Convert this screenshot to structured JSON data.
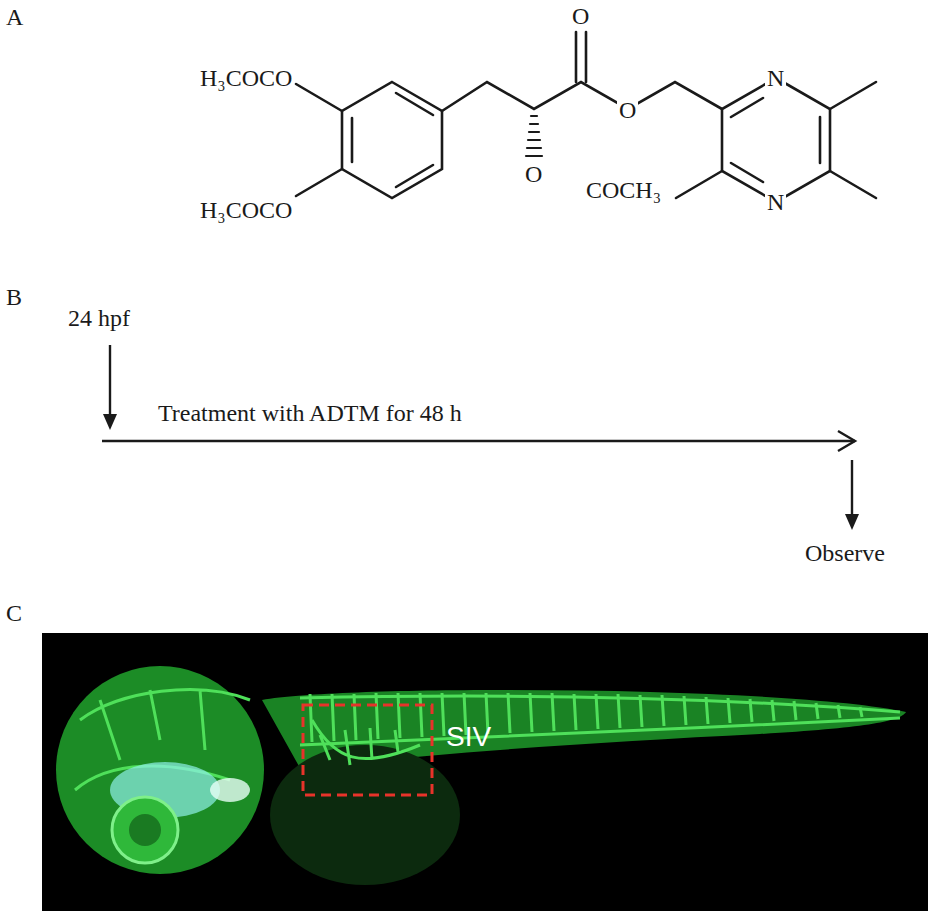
{
  "diagram": {
    "labels": [
      "A",
      "H₃COCO",
      "O",
      "O",
      "N",
      "H₃COCO",
      "O",
      "COCH₃",
      "N",
      "B",
      "24 hpf",
      "Treatment with ADTM for 48 h",
      "Observe",
      "C",
      "SIV"
    ]
  }
}
